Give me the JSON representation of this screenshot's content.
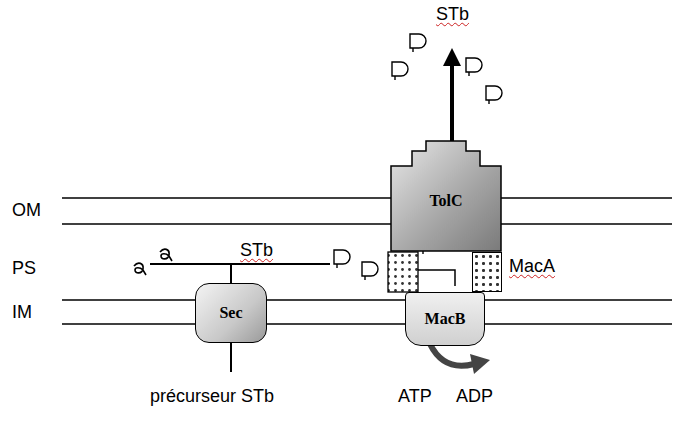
{
  "diagram": {
    "nodes": [
      {
        "text": [
          "Sec"
        ]
      },
      {
        "text": [
          "TolC"
        ]
      },
      {
        "text": [
          "MacA"
        ]
      },
      {
        "text": [
          "MacB"
        ]
      }
    ],
    "labels": [
      "STb",
      "OM",
      "PS",
      "IM",
      "STb",
      "précurseur STb",
      "ATP",
      "ADP"
    ]
  }
}
